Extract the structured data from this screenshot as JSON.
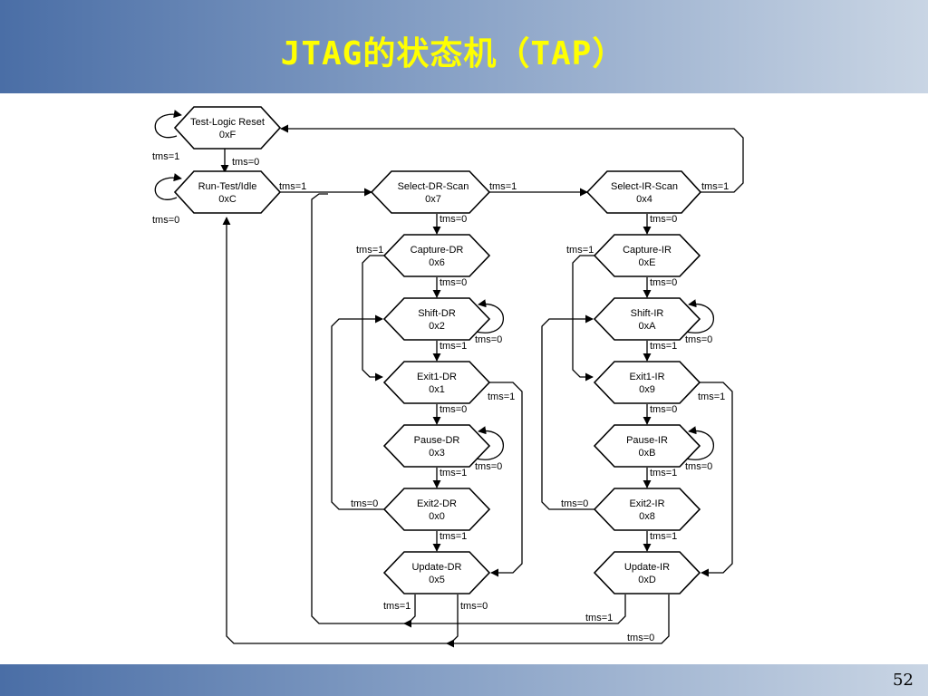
{
  "slide": {
    "title": "JTAG的状态机（TAP）",
    "page_number": "52"
  },
  "states": {
    "test_logic_reset": {
      "name": "Test-Logic Reset",
      "code": "0xF"
    },
    "run_test_idle": {
      "name": "Run-Test/Idle",
      "code": "0xC"
    },
    "select_dr_scan": {
      "name": "Select-DR-Scan",
      "code": "0x7"
    },
    "capture_dr": {
      "name": "Capture-DR",
      "code": "0x6"
    },
    "shift_dr": {
      "name": "Shift-DR",
      "code": "0x2"
    },
    "exit1_dr": {
      "name": "Exit1-DR",
      "code": "0x1"
    },
    "pause_dr": {
      "name": "Pause-DR",
      "code": "0x3"
    },
    "exit2_dr": {
      "name": "Exit2-DR",
      "code": "0x0"
    },
    "update_dr": {
      "name": "Update-DR",
      "code": "0x5"
    },
    "select_ir_scan": {
      "name": "Select-IR-Scan",
      "code": "0x4"
    },
    "capture_ir": {
      "name": "Capture-IR",
      "code": "0xE"
    },
    "shift_ir": {
      "name": "Shift-IR",
      "code": "0xA"
    },
    "exit1_ir": {
      "name": "Exit1-IR",
      "code": "0x9"
    },
    "pause_ir": {
      "name": "Pause-IR",
      "code": "0xB"
    },
    "exit2_ir": {
      "name": "Exit2-IR",
      "code": "0x8"
    },
    "update_ir": {
      "name": "Update-IR",
      "code": "0xD"
    }
  },
  "transitions": {
    "tlr_self": "tms=1",
    "tlr_to_rti": "tms=0",
    "rti_self": "tms=0",
    "rti_to_sdr": "tms=1",
    "sdr_to_sir": "tms=1",
    "sir_to_tlr": "tms=1",
    "sdr_to_cdr": "tms=0",
    "cdr_to_e1dr": "tms=1",
    "cdr_to_shdr": "tms=0",
    "shdr_self": "tms=0",
    "shdr_to_e1dr": "tms=1",
    "e1dr_to_pdr": "tms=0",
    "e1dr_to_udr": "tms=1",
    "pdr_self": "tms=0",
    "pdr_to_e2dr": "tms=1",
    "e2dr_to_shdr": "tms=0",
    "e2dr_to_udr": "tms=1",
    "udr_to_sdr": "tms=1",
    "udr_to_rti": "tms=0",
    "sir_to_cir": "tms=0",
    "cir_to_e1ir": "tms=1",
    "cir_to_shir": "tms=0",
    "shir_self": "tms=0",
    "shir_to_e1ir": "tms=1",
    "e1ir_to_pir": "tms=0",
    "e1ir_to_uir": "tms=1",
    "pir_self": "tms=0",
    "pir_to_e2ir": "tms=1",
    "e2ir_to_shir": "tms=0",
    "e2ir_to_uir": "tms=1",
    "uir_to_sdr": "tms=1",
    "uir_to_rti": "tms=0"
  }
}
